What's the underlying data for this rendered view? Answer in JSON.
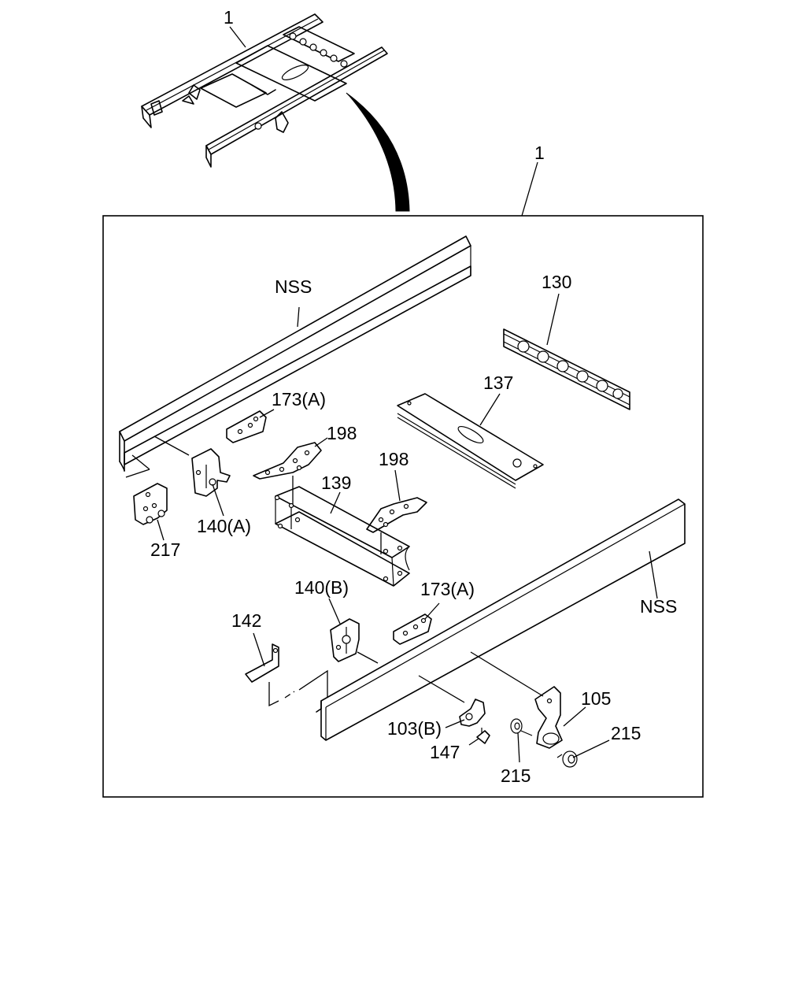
{
  "labels": {
    "overview_1": "1",
    "frame_1": "1",
    "nss_left": "NSS",
    "nss_right": "NSS",
    "p130": "130",
    "p137": "137",
    "p173a_top": "173(A)",
    "p198_top": "198",
    "p198_mid": "198",
    "p139": "139",
    "p140a": "140(A)",
    "p217": "217",
    "p140b": "140(B)",
    "p173a_bot": "173(A)",
    "p142": "142",
    "p105": "105",
    "p215_right": "215",
    "p103b": "103(B)",
    "p147": "147",
    "p215_bottom": "215"
  }
}
